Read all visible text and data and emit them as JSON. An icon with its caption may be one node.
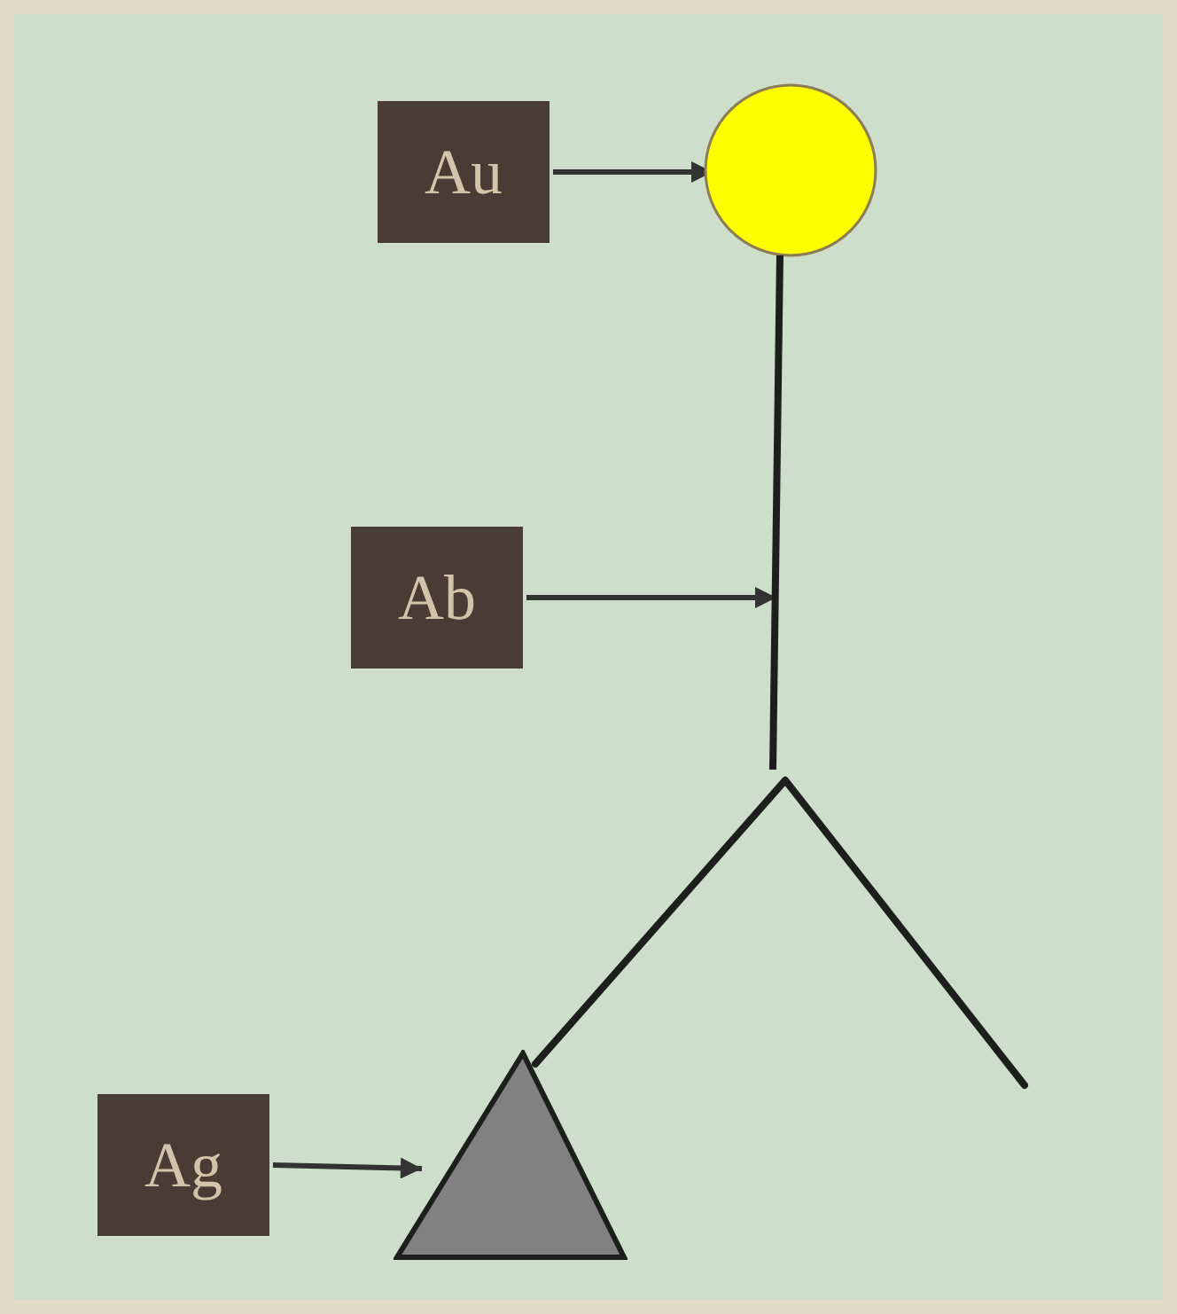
{
  "diagram": {
    "nodes": [
      {
        "text": [
          "Au"
        ]
      },
      {
        "text": [],
        "shape": "circle"
      },
      {
        "text": [
          "Ab"
        ]
      },
      {
        "text": [],
        "shape": "bar"
      },
      {
        "text": [
          "Ag"
        ]
      },
      {
        "text": [],
        "shape": "triangle"
      }
    ],
    "edges": [
      {
        "from": 0,
        "to": 1,
        "arrow": "to"
      },
      {
        "from": 2,
        "to": 3,
        "arrow": "to"
      },
      {
        "from": 4,
        "to": 5,
        "arrow": "to"
      }
    ]
  }
}
